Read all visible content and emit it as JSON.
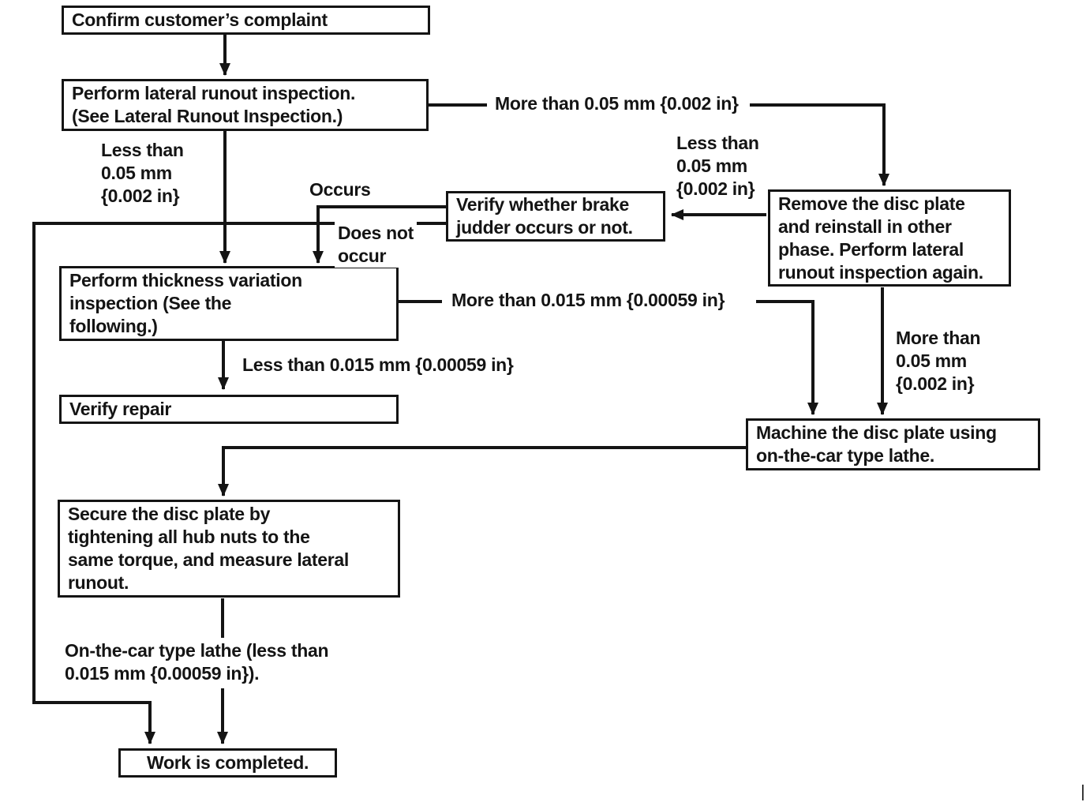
{
  "diagram": {
    "type": "flowchart",
    "subject": "Brake judder / disc plate runout repair procedure"
  },
  "colors": {
    "ink": "#141414",
    "background": "#ffffff"
  },
  "nodes": {
    "confirm": {
      "text": "Confirm customer’s complaint"
    },
    "lateral_runout": {
      "lines": [
        "Perform lateral runout inspection.",
        "(See Lateral Runout Inspection.)"
      ]
    },
    "verify_judder": {
      "lines": [
        "Verify whether brake",
        "judder occurs or not."
      ]
    },
    "remove_reinstall": {
      "lines": [
        "Remove the disc plate",
        "and reinstall in other",
        "phase. Perform lateral",
        "runout inspection again."
      ]
    },
    "thickness_variation": {
      "lines": [
        "Perform thickness variation",
        "inspection (See the",
        "following.)"
      ]
    },
    "verify_repair": {
      "text": "Verify repair"
    },
    "machine_disc": {
      "lines": [
        "Machine the disc plate using",
        "on-the-car type lathe."
      ]
    },
    "secure_disc": {
      "lines": [
        "Secure the disc plate by",
        "tightening all hub nuts to the",
        "same torque, and measure lateral",
        "runout."
      ]
    },
    "work_completed": {
      "text": "Work is completed."
    }
  },
  "edge_labels": {
    "more_than_005_top": "More than 0.05 mm {0.002 in}",
    "less_than_005_left": {
      "lines": [
        "Less than",
        "0.05 mm",
        "{0.002 in}"
      ]
    },
    "less_than_005_right": {
      "lines": [
        "Less than",
        "0.05 mm",
        "{0.002 in}"
      ]
    },
    "occurs": "Occurs",
    "does_not_occur": {
      "lines": [
        "Does not",
        "occur"
      ]
    },
    "more_than_0015": "More than 0.015 mm {0.00059 in}",
    "less_than_0015": "Less than 0.015 mm {0.00059 in}",
    "more_than_005_right": {
      "lines": [
        "More than",
        "0.05 mm",
        "{0.002 in}"
      ]
    },
    "on_the_car_lathe": {
      "lines": [
        "On-the-car type lathe (less than",
        "0.015 mm {0.00059 in})."
      ]
    }
  },
  "edges": [
    {
      "from": "confirm",
      "to": "lateral_runout",
      "label": ""
    },
    {
      "from": "lateral_runout",
      "to": "remove_reinstall",
      "label": "More than 0.05 mm {0.002 in}"
    },
    {
      "from": "lateral_runout",
      "to": "thickness_variation",
      "label": "Less than 0.05 mm {0.002 in}"
    },
    {
      "from": "remove_reinstall",
      "to": "verify_judder",
      "label": "Less than 0.05 mm {0.002 in}"
    },
    {
      "from": "verify_judder",
      "to": "thickness_variation",
      "label": "Occurs"
    },
    {
      "from": "verify_judder",
      "to": "work_completed",
      "label": "Does not occur"
    },
    {
      "from": "thickness_variation",
      "to": "machine_disc",
      "label": "More than 0.015 mm {0.00059 in}"
    },
    {
      "from": "thickness_variation",
      "to": "verify_repair",
      "label": "Less than 0.015 mm {0.00059 in}"
    },
    {
      "from": "remove_reinstall",
      "to": "machine_disc",
      "label": "More than 0.05 mm {0.002 in}"
    },
    {
      "from": "machine_disc",
      "to": "secure_disc",
      "label": ""
    },
    {
      "from": "secure_disc",
      "to": "work_completed",
      "label": "On-the-car type lathe (less than 0.015 mm {0.00059 in})."
    }
  ]
}
